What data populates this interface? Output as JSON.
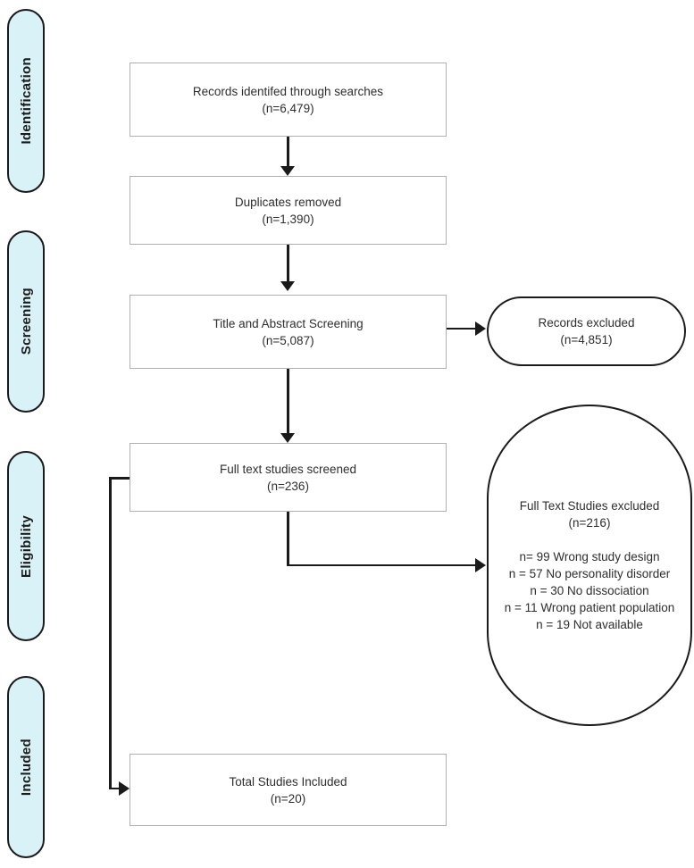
{
  "figure": {
    "type": "prisma-flow-diagram",
    "capsule_fill_color": "#d8f2f7",
    "box_border_color": "#b0b0b0",
    "connector_color": "#1a1a1a"
  },
  "sidebar": {
    "labels": [
      {
        "label": "Identification"
      },
      {
        "label": "Screening"
      },
      {
        "label": "Eligibility"
      },
      {
        "label": "Included"
      }
    ]
  },
  "boxes": {
    "records_identified": {
      "line1": "Records identifed through searches",
      "line2": "(n=6,479)"
    },
    "duplicates_removed": {
      "line1": "Duplicates removed",
      "line2": "(n=1,390)"
    },
    "title_abstract": {
      "line1": "Title and Abstract Screening",
      "line2": "(n=5,087)"
    },
    "full_text": {
      "line1": "Full text studies screened",
      "line2": "(n=236)"
    },
    "total_included": {
      "line1": "Total Studies Included",
      "line2": "(n=20)"
    }
  },
  "ovals": {
    "records_excluded": {
      "line1": "Records excluded",
      "line2": "(n=4,851)"
    },
    "full_text_excluded": {
      "line1": "Full Text Studies excluded",
      "line2": "(n=216)",
      "reasons": [
        "n= 99 Wrong study design",
        "n = 57 No personality disorder",
        "n = 30 No dissociation",
        "n = 11 Wrong patient population",
        "n = 19 Not available"
      ]
    }
  }
}
